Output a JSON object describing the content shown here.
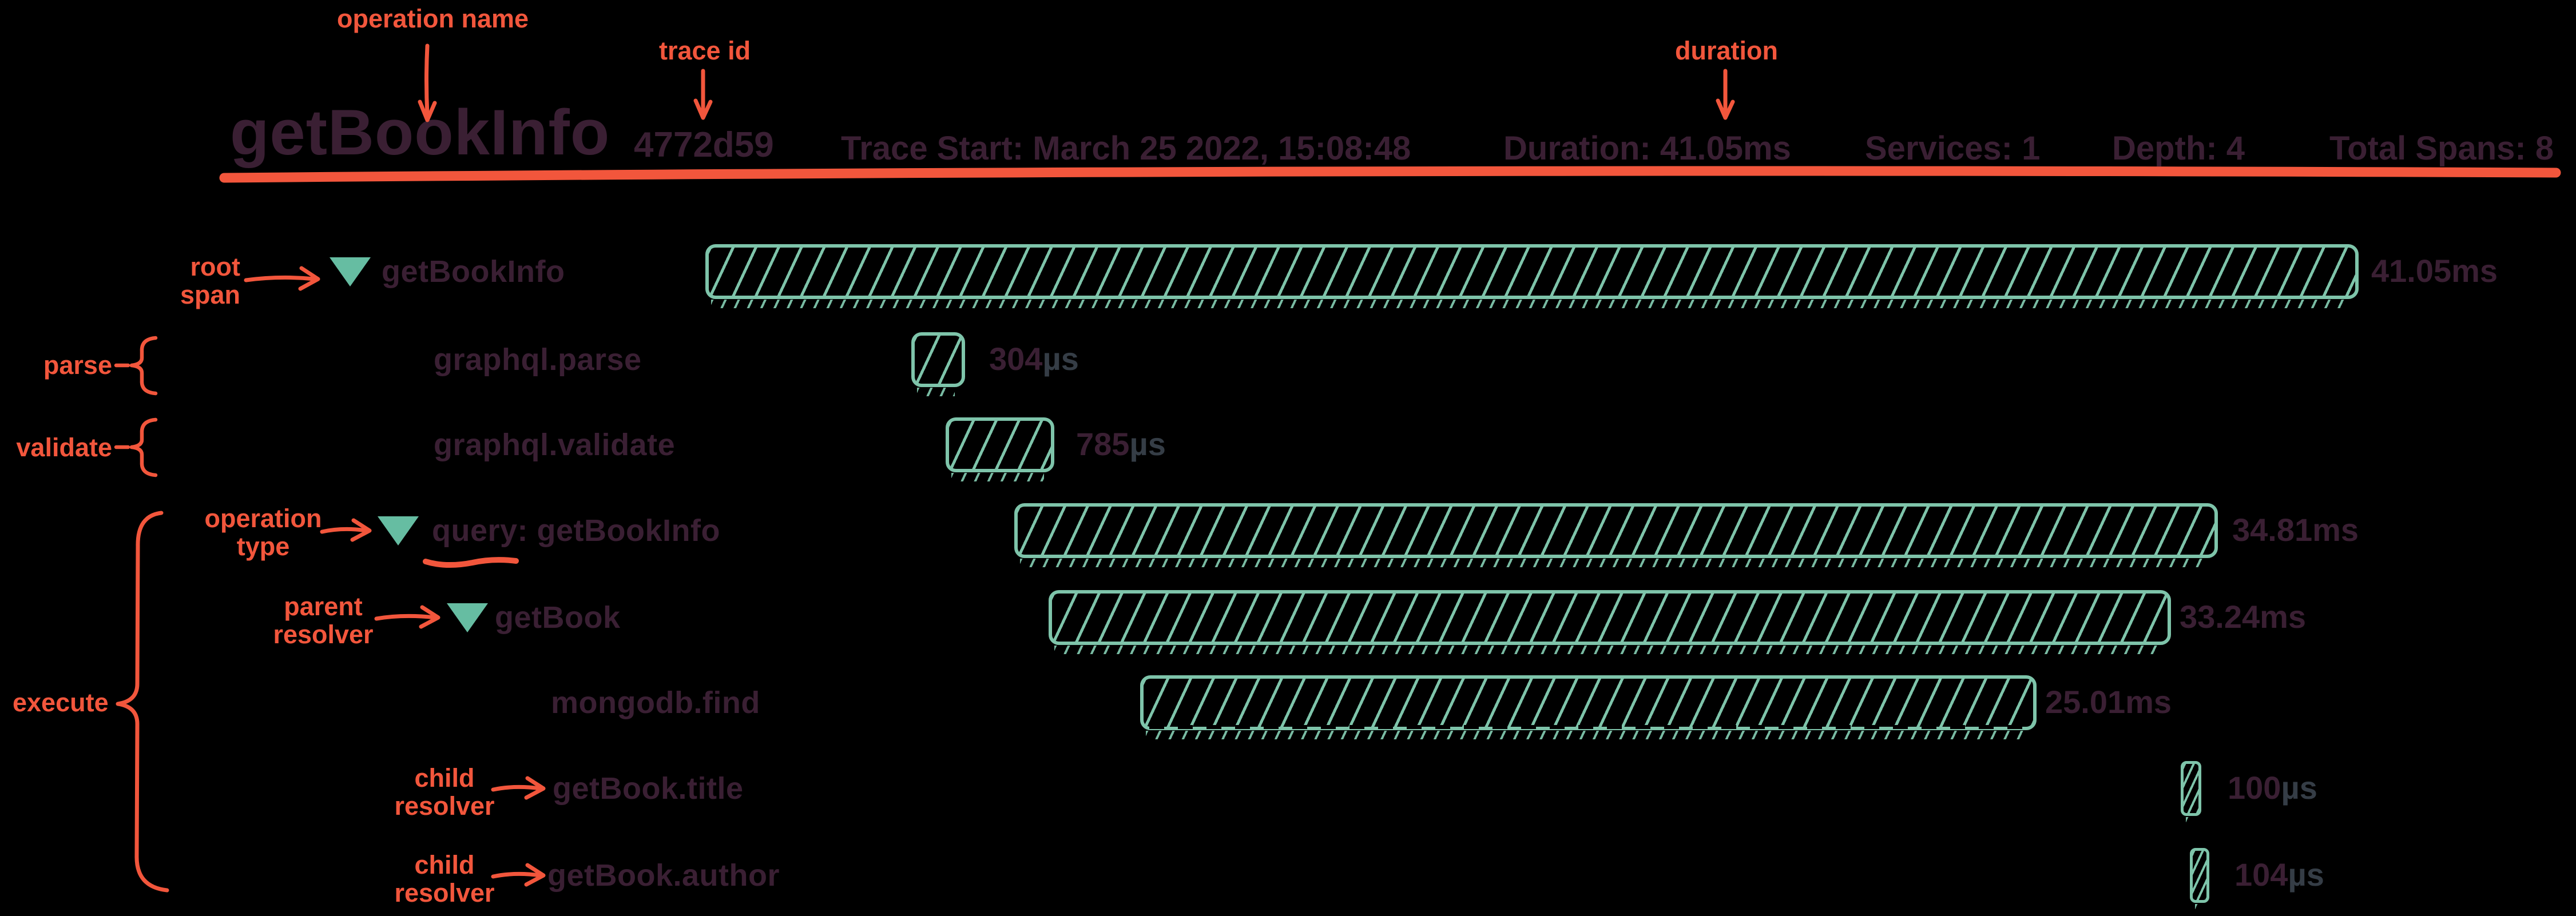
{
  "header": {
    "title": "getBookInfo",
    "trace_id": "4772d59",
    "trace_start": "Trace Start: March 25 2022, 15:08:48",
    "duration": "Duration: 41.05ms",
    "services": "Services: 1",
    "depth": "Depth: 4",
    "total_spans": "Total Spans: 8"
  },
  "annotations": {
    "operation_name": "operation name",
    "trace_id": "trace id",
    "duration": "duration",
    "root_span": [
      "root",
      "span"
    ],
    "parse": "parse",
    "validate": "validate",
    "operation_type": [
      "operation",
      "type"
    ],
    "parent_resolver": [
      "parent",
      "resolver"
    ],
    "execute": "execute",
    "child_resolver": [
      "child",
      "resolver"
    ]
  },
  "rows": [
    {
      "label": "getBookInfo",
      "duration_value": "41.05",
      "duration_unit": "ms"
    },
    {
      "label": "graphql.parse",
      "duration_value": "304",
      "duration_unit": "µs"
    },
    {
      "label": "graphql.validate",
      "duration_value": "785",
      "duration_unit": "µs"
    },
    {
      "label": "query: getBookInfo",
      "duration_value": "34.81",
      "duration_unit": "ms"
    },
    {
      "label": "getBook",
      "duration_value": "33.24",
      "duration_unit": "ms"
    },
    {
      "label": "mongodb.find",
      "duration_value": "25.01",
      "duration_unit": "ms"
    },
    {
      "label": "getBook.title",
      "duration_value": "100",
      "duration_unit": "µs"
    },
    {
      "label": "getBook.author",
      "duration_value": "104",
      "duration_unit": "µs"
    }
  ],
  "colors": {
    "background": "#000000",
    "orange": "#F2563C",
    "teal": "#7EC4AA",
    "triangle_teal": "#66BDA2",
    "plum": "#3A1F33",
    "unit_gray": "#353D46"
  }
}
